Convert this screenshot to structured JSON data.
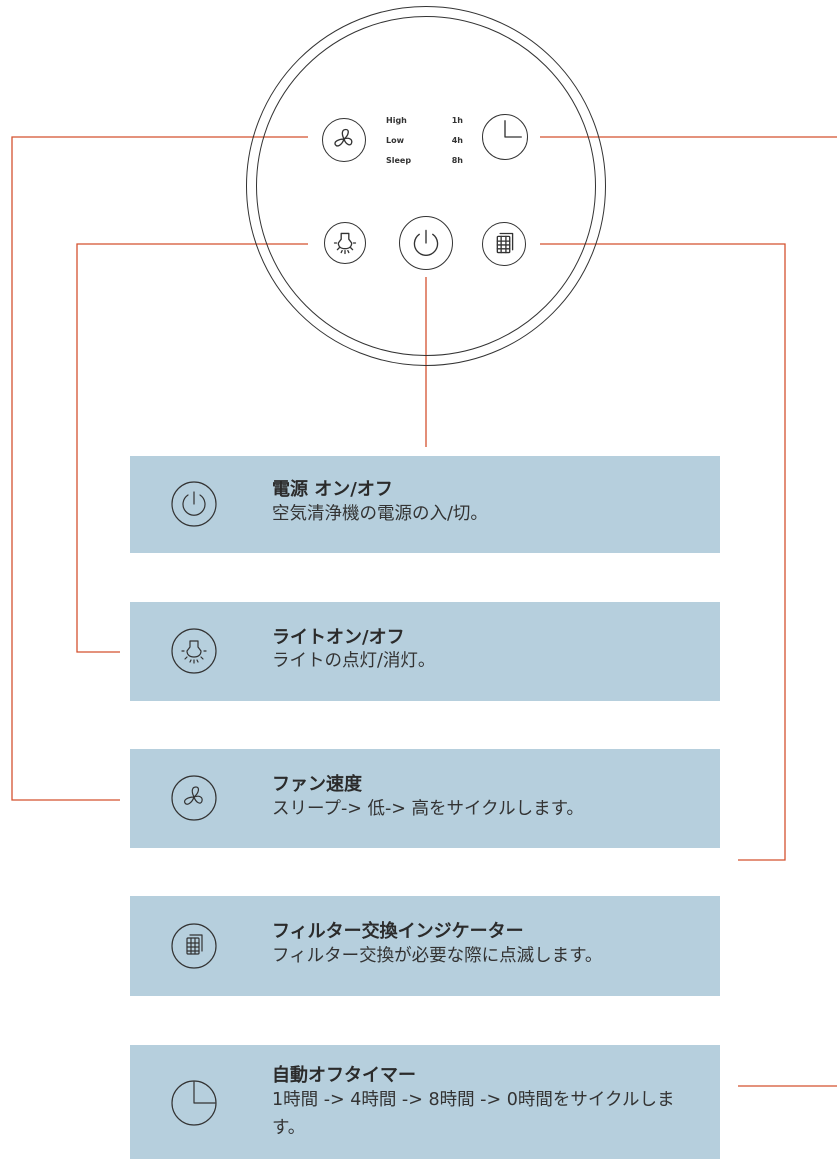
{
  "control_panel": {
    "speed_levels": [
      "High",
      "Low",
      "Sleep"
    ],
    "timer_levels": [
      "1h",
      "4h",
      "8h"
    ],
    "buttons": [
      "fan-icon",
      "timer-icon",
      "light-icon",
      "power-icon",
      "filter-icon"
    ]
  },
  "cards": [
    {
      "icon": "power-icon",
      "title": "電源 オン/オフ",
      "description": "空気清浄機の電源の入/切。"
    },
    {
      "icon": "light-icon",
      "title": "ライトオン/オフ",
      "description": "ライトの点灯/消灯。"
    },
    {
      "icon": "fan-icon",
      "title": "ファン速度",
      "description": "スリープ-> 低-> 高をサイクルします。"
    },
    {
      "icon": "filter-icon",
      "title": "フィルター交換インジケーター",
      "description": "フィルター交換が必要な際に点滅します。"
    },
    {
      "icon": "timer-icon",
      "title": "自動オフタイマー",
      "description": "1時間 -> 4時間 -> 8時間 -> 0時間をサイクルします。"
    }
  ],
  "colors": {
    "leader_line": "#d4522f",
    "card_background": "#b6cfdd",
    "stroke": "#333333"
  }
}
